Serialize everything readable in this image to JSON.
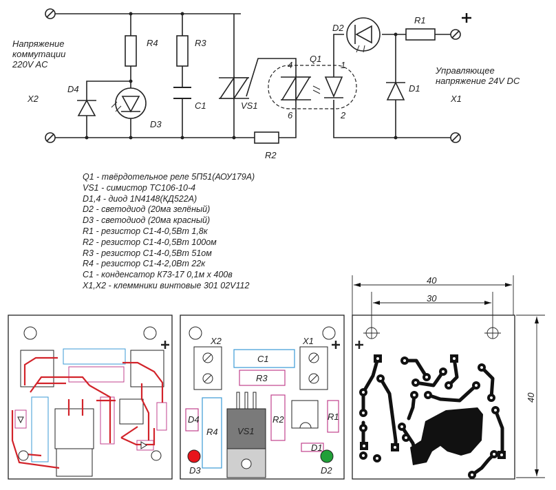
{
  "schematic": {
    "left_voltage": [
      "Напряжение",
      "коммутации",
      "220V AC"
    ],
    "right_voltage": [
      "Управляющее",
      "напряжение 24V DC"
    ],
    "connectors": {
      "x1": "X1",
      "x2": "X2"
    },
    "plus": "+",
    "components": {
      "r1": "R1",
      "r2": "R2",
      "r3": "R3",
      "r4": "R4",
      "c1": "C1",
      "vs1": "VS1",
      "q1": "Q1",
      "d1": "D1",
      "d2": "D2",
      "d3": "D3",
      "d4": "D4"
    },
    "pins": {
      "p4": "4",
      "p1": "1",
      "p6": "6",
      "p2": "2"
    }
  },
  "parts_list": [
    "Q1 - твёрдотельное реле 5П51(АОУ179А)",
    "VS1 - симистор ТС106-10-4",
    "D1,4 - диод 1N4148(КД522А)",
    "D2 - светодиод (20ма зелёный)",
    "D3 - светодиод (20ма красный)",
    "R1 - резистор С1-4-0,5Вт 1,8к",
    "R2 - резистор С1-4-0,5Вт 100ом",
    "R3 - резистор С1-4-0,5Вт 51ом",
    "R4 - резистор С1-4-2,0Вт 22к",
    "C1 - конденсатор К73-17 0,1м х 400в",
    "X1,X2 - клеммники винтовые 301 02V112"
  ],
  "board": {
    "plus": "+",
    "labels": {
      "x1": "X1",
      "x2": "X2",
      "c1": "C1",
      "r1": "R1",
      "r2": "R2",
      "r3": "R3",
      "r4": "R4",
      "vs1": "VS1",
      "d1": "D1",
      "d2": "D2",
      "d3": "D3",
      "d4": "D4"
    },
    "dim_width_outer": "40",
    "dim_width_holes": "30",
    "dim_height": "40"
  },
  "colors": {
    "trace_red": "#d2232a",
    "silk_blue": "#3a9ad6",
    "silk_pink": "#c0418c",
    "led_red": "#e8141b",
    "led_green": "#21a038",
    "copper": "#111111"
  }
}
